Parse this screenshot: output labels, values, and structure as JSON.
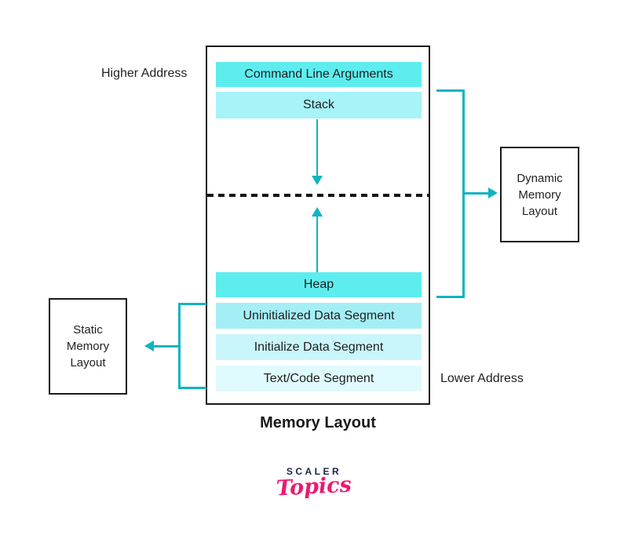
{
  "diagram": {
    "title": "Memory Layout",
    "labels": {
      "higher_address": "Higher Address",
      "lower_address": "Lower Address"
    },
    "segments": [
      {
        "label": "Command Line Arguments",
        "fill": "#5eedef"
      },
      {
        "label": "Stack",
        "fill": "#a6f3f8"
      },
      {
        "label": "Heap",
        "fill": "#5eedef"
      },
      {
        "label": "Uninitialized Data Segment",
        "fill": "#a4eff5"
      },
      {
        "label": "Initialize Data Segment",
        "fill": "#c9f6fa"
      },
      {
        "label": "Text/Code Segment",
        "fill": "#dffbfd"
      }
    ],
    "side_boxes": {
      "dynamic": {
        "lines": [
          "Dynamic",
          "Memory",
          "Layout"
        ]
      },
      "static": {
        "lines": [
          "Static",
          "Memory",
          "Layout"
        ]
      }
    },
    "colors": {
      "accent_teal": "#11b4c1",
      "bright_cyan": "#5eedef",
      "light_cyan": "#a6f3f8",
      "outline": "#1a1a1a",
      "dashed_line": "#151515"
    }
  },
  "logo": {
    "brand": "SCALER",
    "wordmark": "Topics",
    "brand_color": "#1b2440",
    "wordmark_color": "#ec1a70"
  }
}
